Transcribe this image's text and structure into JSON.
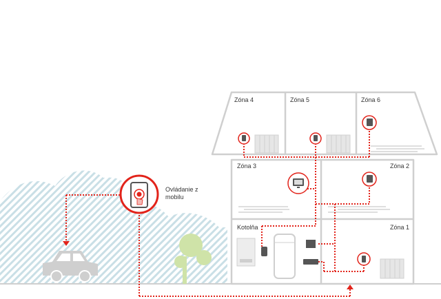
{
  "labels": {
    "zone4": "Zóna 4",
    "zone5": "Zóna 5",
    "zone6": "Zóna 6",
    "zone3": "Zóna 3",
    "zone2": "Zóna 2",
    "zone1": "Zóna 1",
    "boiler_room": "Kotolňa",
    "mobile_line1": "Ovládanie z",
    "mobile_line2": "mobilu"
  },
  "colors": {
    "accent_red": "#e2231a",
    "house_outline": "#cfcfcf",
    "hatch_blue": "#c9dfe6",
    "car_gray": "#cfcfcf",
    "tree_green": "#cfe3a8"
  },
  "icons": [
    "thermostat-icon",
    "radiator-icon",
    "smartphone-icon",
    "tv-display-icon",
    "car-icon",
    "tree-icon",
    "boiler-icon",
    "water-tank-icon"
  ]
}
